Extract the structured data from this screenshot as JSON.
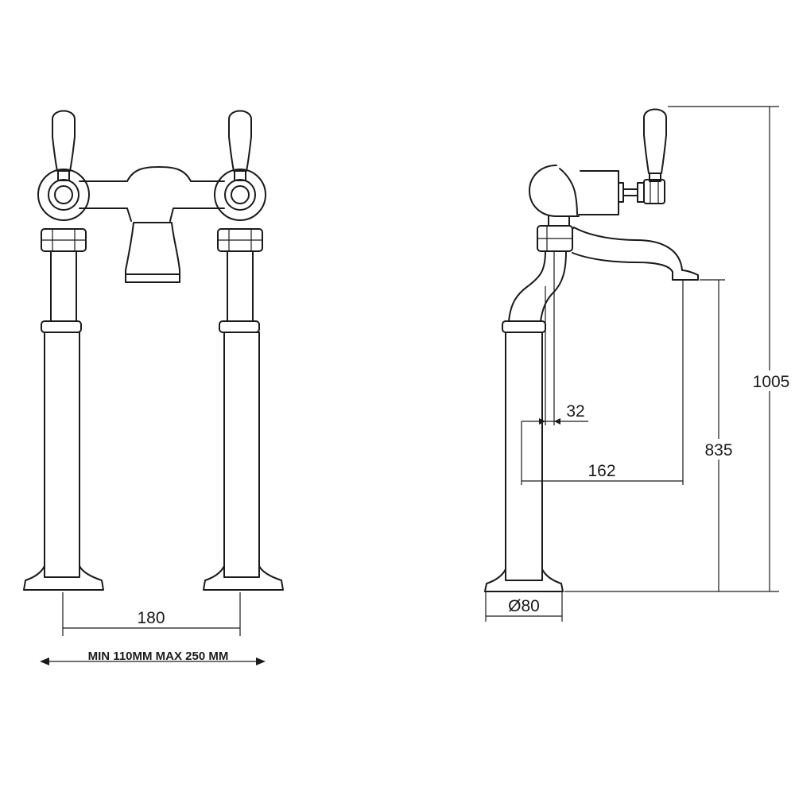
{
  "front_view": {
    "dim_spacing": "180",
    "range_note": "MIN 110MM  MAX 250 MM"
  },
  "side_view": {
    "dim_offset": "32",
    "dim_reach": "162",
    "dim_spout_height": "835",
    "dim_total_height": "1005",
    "dim_base_diameter": "Ø80"
  }
}
